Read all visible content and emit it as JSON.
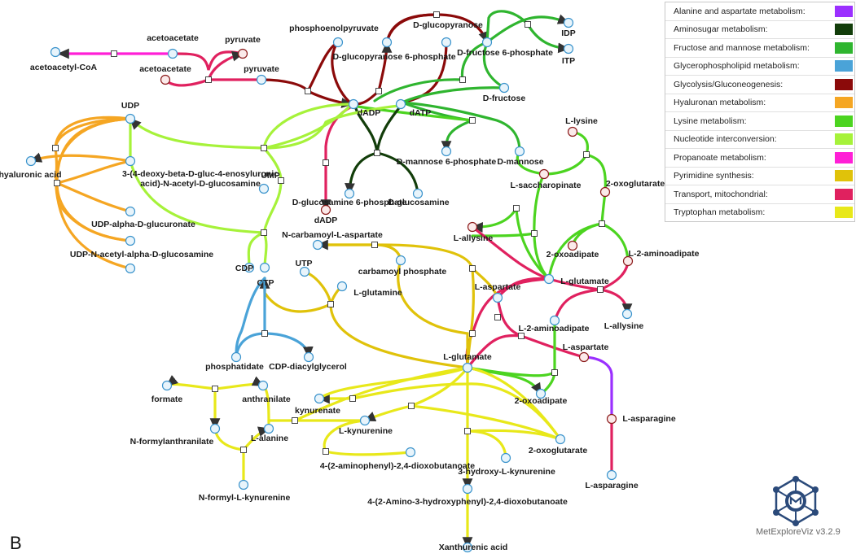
{
  "panel_label": "B",
  "version": "MetExploreViz v3.2.9",
  "legend": [
    {
      "label": "Alanine and aspartate metabolism:",
      "color": "#9b30ff"
    },
    {
      "label": "Aminosugar metabolism:",
      "color": "#123d0a"
    },
    {
      "label": "Fructose and mannose metabolism:",
      "color": "#2fb52f"
    },
    {
      "label": "Glycerophospholipid metabolism:",
      "color": "#4aa3d8"
    },
    {
      "label": "Glycolysis/Gluconeogenesis:",
      "color": "#8b0a0a"
    },
    {
      "label": "Hyaluronan metabolism:",
      "color": "#f5a623"
    },
    {
      "label": "Lysine metabolism:",
      "color": "#4cd420"
    },
    {
      "label": "Nucleotide interconversion:",
      "color": "#a6f23a"
    },
    {
      "label": "Propanoate metabolism:",
      "color": "#ff1fd6"
    },
    {
      "label": "Pyrimidine synthesis:",
      "color": "#e0c20a"
    },
    {
      "label": "Transport, mitochondrial:",
      "color": "#e0215f"
    },
    {
      "label": "Tryptophan metabolism:",
      "color": "#e8e81a"
    }
  ],
  "metabolites": [
    {
      "id": "acetoacetyl_coa",
      "label": "acetoacetyl-CoA"
    },
    {
      "id": "acetoacetate_1",
      "label": "acetoacetate"
    },
    {
      "id": "acetoacetate_2",
      "label": "acetoacetate"
    },
    {
      "id": "pyruvate_1",
      "label": "pyruvate"
    },
    {
      "id": "pyruvate_2",
      "label": "pyruvate"
    },
    {
      "id": "pep",
      "label": "phosphoenolpyruvate"
    },
    {
      "id": "d_glucopyranose",
      "label": "D-glucopyranose"
    },
    {
      "id": "d_glucopyranose_6p",
      "label": "D-glucopyranose 6-phosphate"
    },
    {
      "id": "d_fructose_6p",
      "label": "D-fructose 6-phosphate"
    },
    {
      "id": "idp",
      "label": "IDP"
    },
    {
      "id": "itp",
      "label": "ITP"
    },
    {
      "id": "d_fructose",
      "label": "D-fructose"
    },
    {
      "id": "dadp",
      "label": "dADP"
    },
    {
      "id": "datp",
      "label": "dATP"
    },
    {
      "id": "dadp_2",
      "label": "dADP"
    },
    {
      "id": "udp",
      "label": "UDP"
    },
    {
      "id": "hyaluronic_acid",
      "label": "hyaluronic acid"
    },
    {
      "id": "deoxy_gluc",
      "label": "3-(4-deoxy-beta-D-gluc-4-enosyluronic acid)-N-acetyl-D-glucosamine"
    },
    {
      "id": "ump",
      "label": "UMP"
    },
    {
      "id": "udp_glucuronate",
      "label": "UDP-alpha-D-glucuronate"
    },
    {
      "id": "udp_nac_glucosamine",
      "label": "UDP-N-acetyl-alpha-D-glucosamine"
    },
    {
      "id": "d_mannose_6p",
      "label": "D-mannose 6-phosphate"
    },
    {
      "id": "d_mannose",
      "label": "D-mannose"
    },
    {
      "id": "d_glucosamine_6p",
      "label": "D-glucosamine 6-phosphate"
    },
    {
      "id": "d_glucosamine",
      "label": "D-glucosamine"
    },
    {
      "id": "l_lysine",
      "label": "L-lysine"
    },
    {
      "id": "l_saccharopinate",
      "label": "L-saccharopinate"
    },
    {
      "id": "oxoglutarate_1",
      "label": "2-oxoglutarate"
    },
    {
      "id": "l_allysine_1",
      "label": "L-allysine"
    },
    {
      "id": "oxoadipate_1",
      "label": "2-oxoadipate"
    },
    {
      "id": "l_2_aminoadipate_1",
      "label": "L-2-aminoadipate"
    },
    {
      "id": "l_glutamate_1",
      "label": "L-glutamate"
    },
    {
      "id": "l_allysine_2",
      "label": "L-allysine"
    },
    {
      "id": "l_2_aminoadipate_2",
      "label": "L-2-aminoadipate"
    },
    {
      "id": "n_carbamoyl_aspartate",
      "label": "N-carbamoyl-L-aspartate"
    },
    {
      "id": "carbamoyl_phosphate",
      "label": "carbamoyl phosphate"
    },
    {
      "id": "utp",
      "label": "UTP"
    },
    {
      "id": "cdp",
      "label": "CDP"
    },
    {
      "id": "ctp",
      "label": "CTP"
    },
    {
      "id": "l_glutamine",
      "label": "L-glutamine"
    },
    {
      "id": "l_aspartate_1",
      "label": "L-aspartate"
    },
    {
      "id": "l_aspartate_2",
      "label": "L-aspartate"
    },
    {
      "id": "phosphatidate",
      "label": "phosphatidate"
    },
    {
      "id": "cdp_diacylglycerol",
      "label": "CDP-diacylglycerol"
    },
    {
      "id": "l_glutamate_2",
      "label": "L-glutamate"
    },
    {
      "id": "formate",
      "label": "formate"
    },
    {
      "id": "anthranilate",
      "label": "anthranilate"
    },
    {
      "id": "kynurenate",
      "label": "kynurenate"
    },
    {
      "id": "oxoadipate_2",
      "label": "2-oxoadipate"
    },
    {
      "id": "l_kynurenine",
      "label": "L-kynurenine"
    },
    {
      "id": "n_formylanthranilate",
      "label": "N-formylanthranilate"
    },
    {
      "id": "l_alanine",
      "label": "L-alanine"
    },
    {
      "id": "oxoglutarate_2",
      "label": "2-oxoglutarate"
    },
    {
      "id": "aminophenyl_dioxo",
      "label": "4-(2-aminophenyl)-2,4-dioxobutanoate"
    },
    {
      "id": "hydroxy_kynurenine",
      "label": "3-hydroxy-L-kynurenine"
    },
    {
      "id": "l_asparagine_1",
      "label": "L-asparagine"
    },
    {
      "id": "l_asparagine_2",
      "label": "L-asparagine"
    },
    {
      "id": "n_formyl_kynurenine",
      "label": "N-formyl-L-kynurenine"
    },
    {
      "id": "amino_hydroxyphenyl_dioxo",
      "label": "4-(2-Amino-3-hydroxyphenyl)-2,4-dioxobutanoate"
    },
    {
      "id": "xanthurenic_acid",
      "label": "Xanthurenic acid"
    }
  ]
}
